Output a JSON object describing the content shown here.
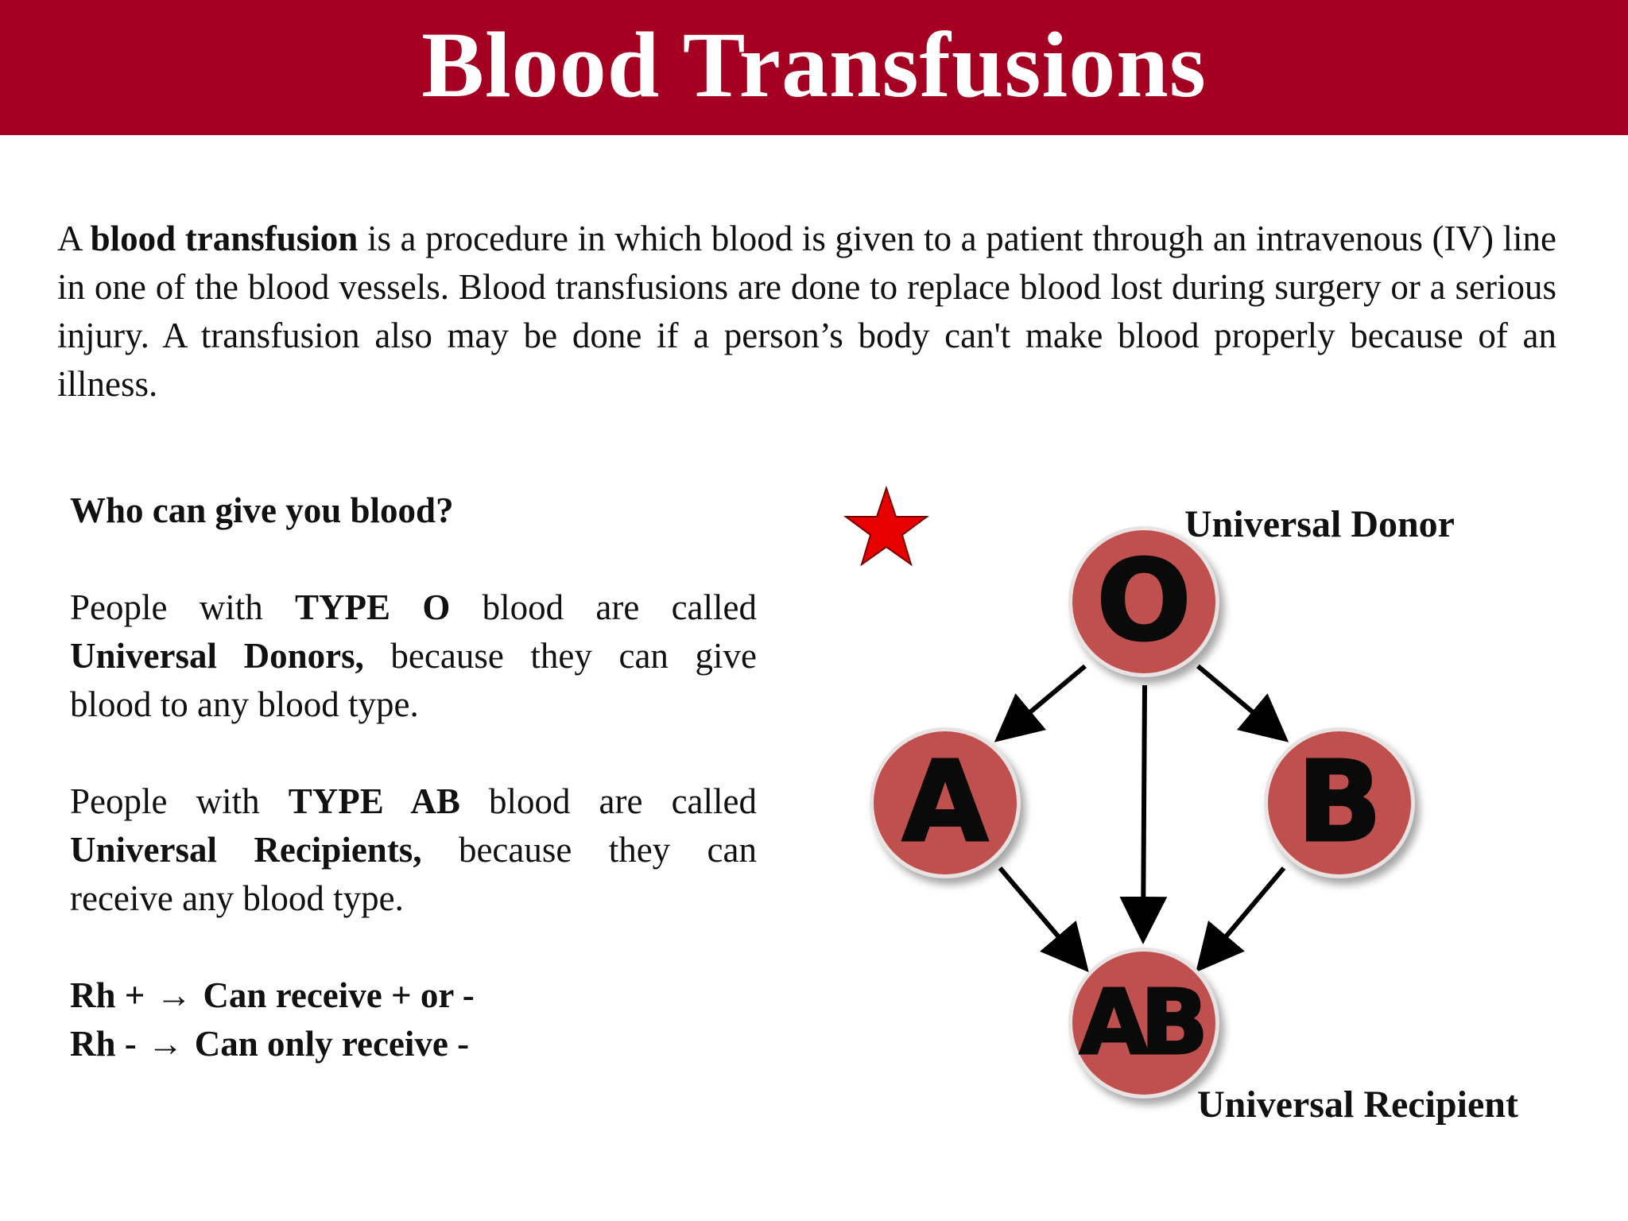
{
  "header": {
    "title": "Blood Transfusions"
  },
  "intro": {
    "lead": "A ",
    "term": "blood transfusion",
    "text": " is a procedure in which blood is given to a patient through an intravenous (IV) line in one of the blood vessels. Blood transfusions are done to replace blood lost during surgery or a serious injury. A transfusion also may be done if a person’s body can't make blood properly because of an illness."
  },
  "left": {
    "heading": "Who can give you blood?",
    "para1": {
      "t1": "People with ",
      "b1": "TYPE O",
      "t2": " blood are called ",
      "b2": "Universal Donors,",
      "t3": " because they can give blood to any blood type."
    },
    "para2": {
      "t1": "People with ",
      "b1": "TYPE AB",
      "t2": " blood are called ",
      "b2": "Universal Recipients,",
      "t3": " because they can receive any blood type."
    },
    "rh": [
      {
        "left": "Rh +",
        "arrow": "→",
        "right": "Can receive + or -"
      },
      {
        "left": "Rh -",
        "arrow": "→",
        "right": "Can only receive -"
      }
    ]
  },
  "diagram": {
    "label_top": "Universal Donor",
    "label_bottom": "Universal Recipient",
    "nodes": {
      "o": "O",
      "a": "A",
      "b": "B",
      "ab": "AB"
    },
    "node_color": "#c0504d",
    "star_color": "#e60000",
    "icons": [
      "star-icon"
    ]
  }
}
